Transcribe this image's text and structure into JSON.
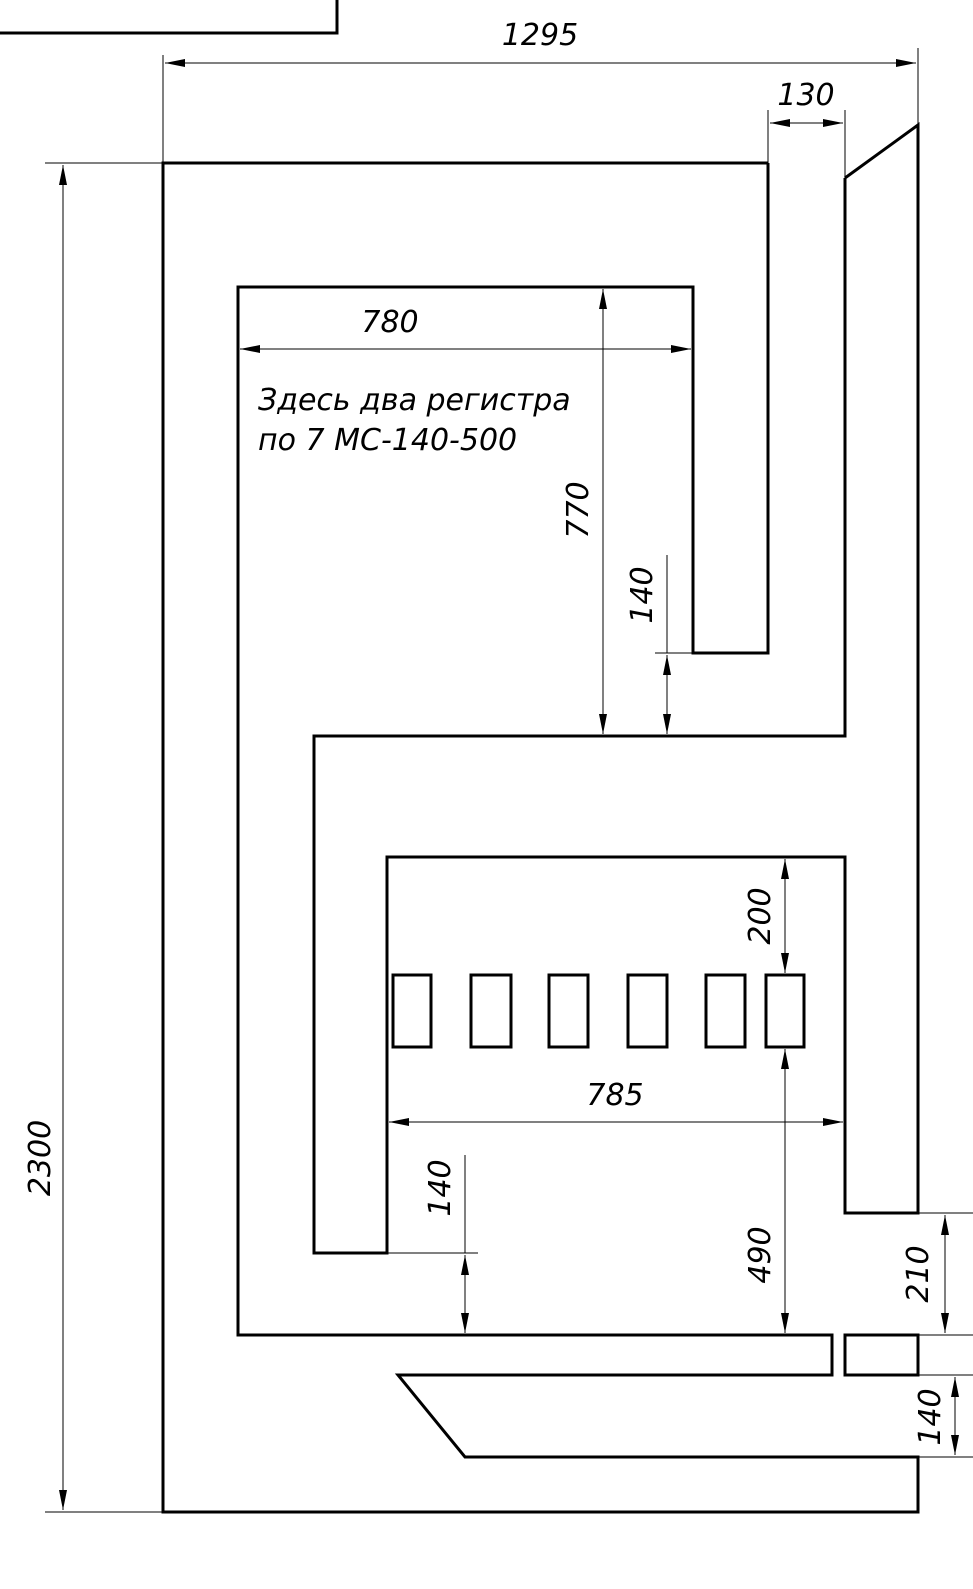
{
  "dimensions": {
    "total_width": "1295",
    "top_gap": "130",
    "total_height": "2300",
    "upper_chamber_width": "780",
    "upper_chamber_height": "770",
    "upper_gap": "140",
    "register_top_offset": "200",
    "lower_chamber_width": "785",
    "lower_gap": "140",
    "lower_chamber_height": "490",
    "right_step": "210",
    "bottom_slot": "140"
  },
  "note": {
    "line1": "Здесь два регистра",
    "line2": "по 7 МС-140-500"
  }
}
